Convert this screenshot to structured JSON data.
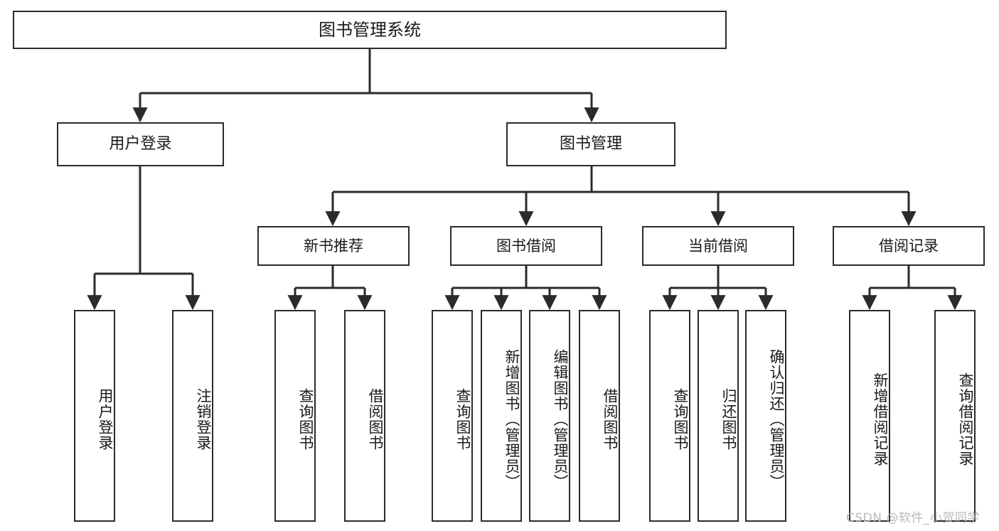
{
  "diagram": {
    "title": "图书管理系统",
    "type": "functional-structure-tree",
    "watermark": "CSDN @软件_小贺同学",
    "colors": {
      "box_border": "#2b2b2b",
      "box_fill": "#ffffff",
      "edge": "#2b2b2b",
      "text": "#1a1a1a",
      "watermark": "#b9b9b9",
      "background": "#ffffff"
    },
    "nodes": {
      "root": {
        "label": "图书管理系统"
      },
      "level1": [
        {
          "id": "user-login",
          "label": "用户登录"
        },
        {
          "id": "book-management",
          "label": "图书管理"
        }
      ],
      "level2": [
        {
          "id": "new-book-recommend",
          "label": "新书推荐"
        },
        {
          "id": "book-borrow",
          "label": "图书借阅"
        },
        {
          "id": "current-borrow",
          "label": "当前借阅"
        },
        {
          "id": "borrow-record",
          "label": "借阅记录"
        }
      ],
      "leaves": {
        "user_login": [
          {
            "id": "leaf-user-login",
            "label": "用户登录"
          },
          {
            "id": "leaf-logout-login",
            "label": "注销登录"
          }
        ],
        "new_book_recommend": [
          {
            "id": "leaf-query-book-1",
            "label": "查询图书"
          },
          {
            "id": "leaf-borrow-book-1",
            "label": "借阅图书"
          }
        ],
        "book_borrow": [
          {
            "id": "leaf-query-book-2",
            "label": "查询图书"
          },
          {
            "id": "leaf-add-book-admin",
            "label": "新增图书（管理员）"
          },
          {
            "id": "leaf-edit-book-admin",
            "label": "编辑图书（管理员）"
          },
          {
            "id": "leaf-borrow-book-2",
            "label": "借阅图书"
          }
        ],
        "current_borrow": [
          {
            "id": "leaf-query-book-3",
            "label": "查询图书"
          },
          {
            "id": "leaf-return-book",
            "label": "归还图书"
          },
          {
            "id": "leaf-confirm-return-admin",
            "label": "确认归还（管理员）"
          }
        ],
        "borrow_record": [
          {
            "id": "leaf-add-borrow-record",
            "label": "新增借阅记录"
          },
          {
            "id": "leaf-query-borrow-record",
            "label": "查询借阅记录"
          }
        ]
      }
    }
  }
}
